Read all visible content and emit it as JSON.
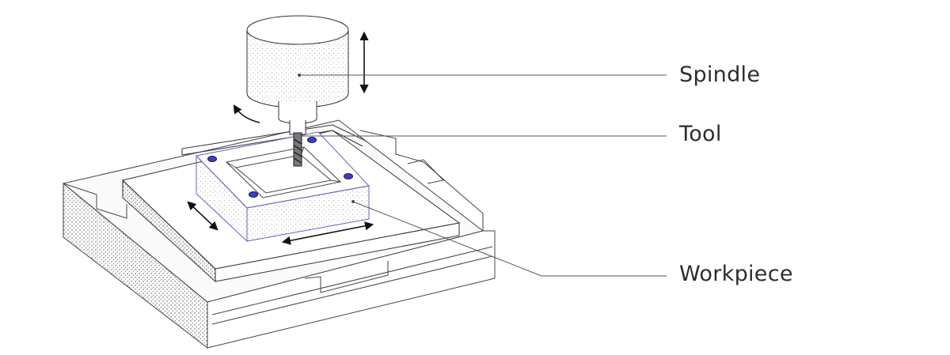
{
  "labels": {
    "spindle": "Spindle",
    "tool": "Tool",
    "workpiece": "Workpiece"
  },
  "colors": {
    "line": "#333333",
    "stipple": "#555555",
    "workpiece_outline": "#6a5fc0",
    "clamp": "#3b3bd6",
    "background": "#ffffff"
  }
}
